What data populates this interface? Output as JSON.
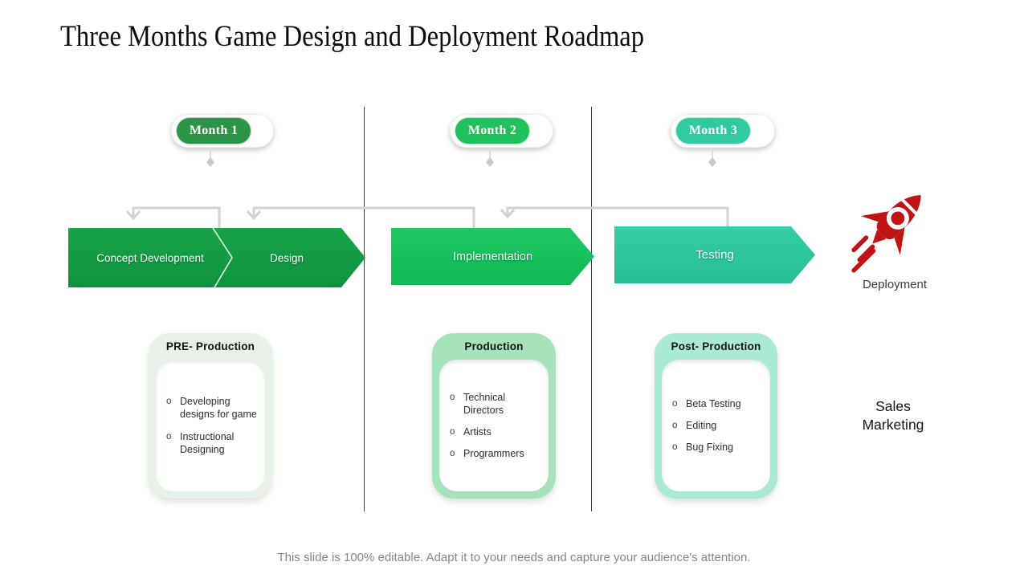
{
  "slide": {
    "title": "Three Months Game Design and Deployment Roadmap",
    "footer": "This slide is 100% editable.  Adapt it to your needs and capture your audience's attention."
  },
  "timeline": {
    "months": [
      {
        "label": "Month 1"
      },
      {
        "label": "Month 2"
      },
      {
        "label": "Month 3"
      }
    ]
  },
  "stages": {
    "concept": "Concept Development",
    "design": "Design",
    "implementation": "Implementation",
    "testing": "Testing"
  },
  "deployment_label": "Deployment",
  "sales_marketing": {
    "line1": "Sales",
    "line2": "Marketing"
  },
  "phase_boxes": [
    {
      "title": "PRE- Production",
      "items": [
        "Developing designs for game",
        "Instructional Designing"
      ]
    },
    {
      "title": "Production",
      "items": [
        "Technical Directors",
        "Artists",
        "Programmers"
      ]
    },
    {
      "title": "Post- Production",
      "items": [
        "Beta Testing",
        "Editing",
        "Bug Fixing"
      ]
    }
  ],
  "bullet_marker": "o",
  "colors": {
    "month1_pill": "#2b9447",
    "month2_pill": "#1fc15c",
    "month3_pill": "#30c9a0",
    "stage1_arrow": "#149c44",
    "stage2_arrow": "#17c35d",
    "stage3_arrow": "#2dc89e",
    "pre_box_frame": "#e9efe9",
    "production_box_frame": "#a6e3ba",
    "post_box_frame": "#a9e9d5",
    "rocket_red": "#c01414",
    "connector_gray": "#d2d2d2"
  }
}
